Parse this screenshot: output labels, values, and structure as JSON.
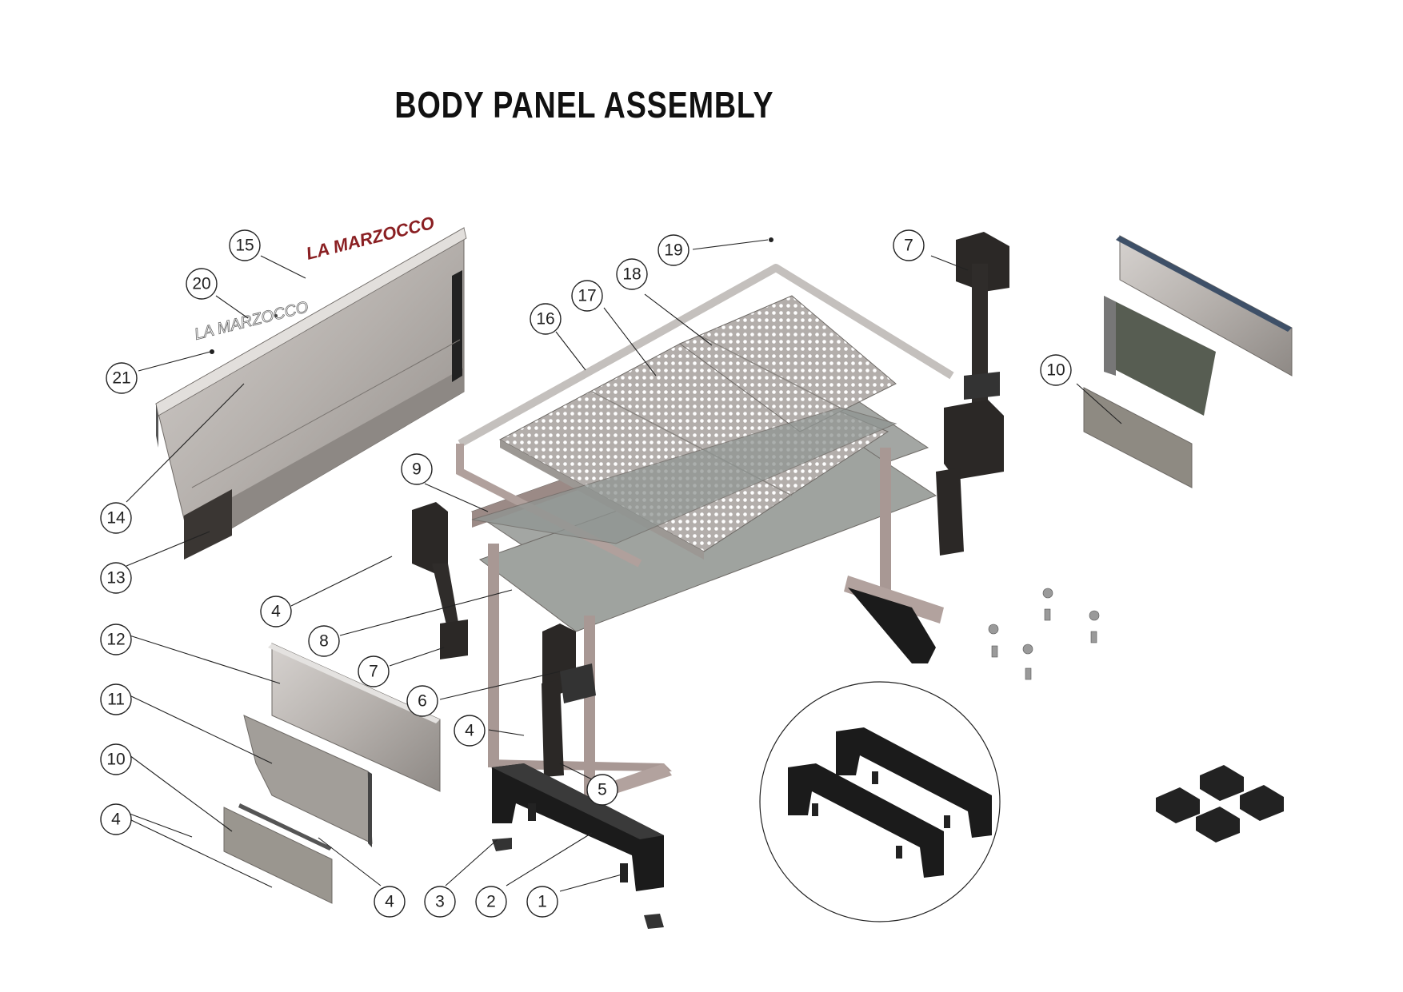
{
  "title": "BODY PANEL ASSEMBLY",
  "logo_text": "LA MARZOCCO",
  "colors": {
    "steel": "#b9b4b0",
    "steel_dark": "#8f8a86",
    "frame": "#a89894",
    "black_part": "#1e1e1e",
    "logo_red": "#8a1f22"
  },
  "callouts": [
    {
      "id": "c15",
      "label": "15"
    },
    {
      "id": "c20",
      "label": "20"
    },
    {
      "id": "c21",
      "label": "21"
    },
    {
      "id": "c14",
      "label": "14"
    },
    {
      "id": "c13",
      "label": "13"
    },
    {
      "id": "c19",
      "label": "19"
    },
    {
      "id": "c18",
      "label": "18"
    },
    {
      "id": "c17",
      "label": "17"
    },
    {
      "id": "c16",
      "label": "16"
    },
    {
      "id": "c9",
      "label": "9"
    },
    {
      "id": "c7a",
      "label": "7"
    },
    {
      "id": "c10a",
      "label": "10"
    },
    {
      "id": "c4a",
      "label": "4"
    },
    {
      "id": "c8",
      "label": "8"
    },
    {
      "id": "c7b",
      "label": "7"
    },
    {
      "id": "c12",
      "label": "12"
    },
    {
      "id": "c6",
      "label": "6"
    },
    {
      "id": "c11",
      "label": "11"
    },
    {
      "id": "c4b",
      "label": "4"
    },
    {
      "id": "c10b",
      "label": "10"
    },
    {
      "id": "c5",
      "label": "5"
    },
    {
      "id": "c4c",
      "label": "4"
    },
    {
      "id": "c4d",
      "label": "4"
    },
    {
      "id": "c3",
      "label": "3"
    },
    {
      "id": "c2",
      "label": "2"
    },
    {
      "id": "c1",
      "label": "1"
    }
  ]
}
